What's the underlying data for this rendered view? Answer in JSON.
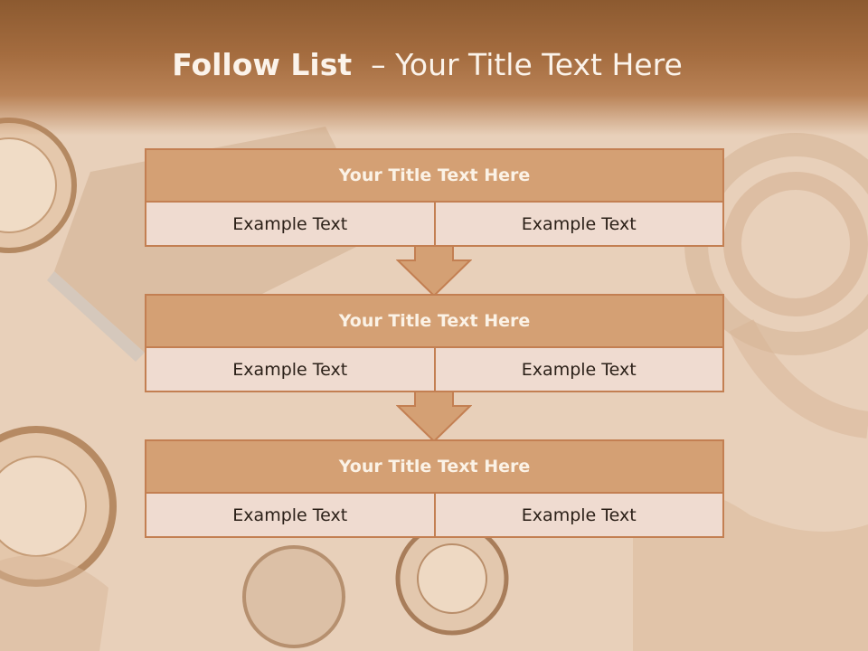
{
  "slide": {
    "title_bold": "Follow List",
    "title_rest": "  – Your Title Text Here"
  },
  "rows": [
    {
      "title": "Your Title Text Here",
      "cells": [
        "Example Text",
        "Example Text"
      ]
    },
    {
      "title": "Your Title Text Here",
      "cells": [
        "Example Text",
        "Example Text"
      ]
    },
    {
      "title": "Your Title Text Here",
      "cells": [
        "Example Text",
        "Example Text"
      ]
    }
  ],
  "colors": {
    "header": "#a46c3f",
    "row_title_fill": "#d4a074",
    "row_cell_fill": "#efdbd0",
    "border": "#c37f52",
    "arrow_fill": "#d4a074"
  },
  "icons": [
    "down-arrow-icon",
    "down-arrow-icon"
  ]
}
